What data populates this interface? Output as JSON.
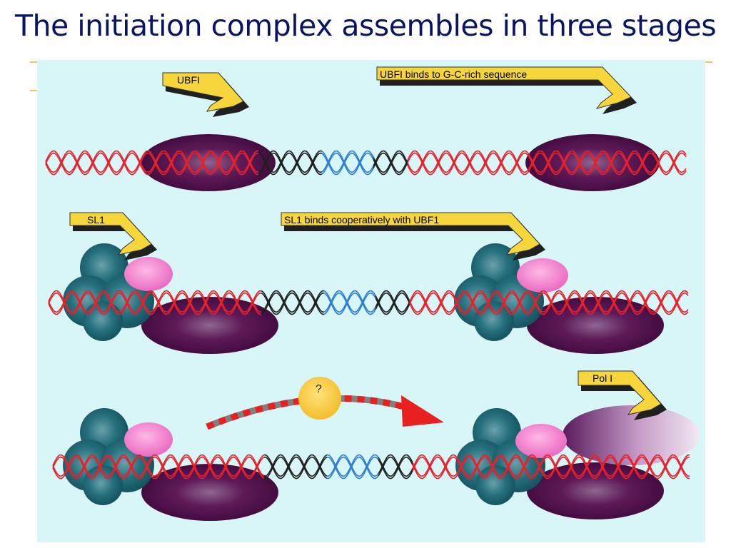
{
  "slide": {
    "title": "The initiation complex assembles in three stages"
  },
  "diagram": {
    "stage1": {
      "callout_left": "UBFI",
      "callout_right": "UBFI binds to G-C-rich sequence"
    },
    "stage2": {
      "callout_left": "SL1",
      "callout_right": "SL1 binds cooperatively with UBF1"
    },
    "stage3": {
      "unknown_factor": "?",
      "callout_right": "Pol I"
    }
  },
  "colors": {
    "panel_background": "#d8f6f8",
    "dna_red": "#e8202a",
    "dna_blue": "#2f7fd0",
    "dna_black": "#202020",
    "ubf_purple": "#4e1048",
    "sl1_teal": "#1e6e7e",
    "pink_subunit": "#f07ac8",
    "callout_yellow": "#f6d63a",
    "unknown_factor_yellow": "#f6c83c",
    "pol_lavender": "#b070b0"
  }
}
